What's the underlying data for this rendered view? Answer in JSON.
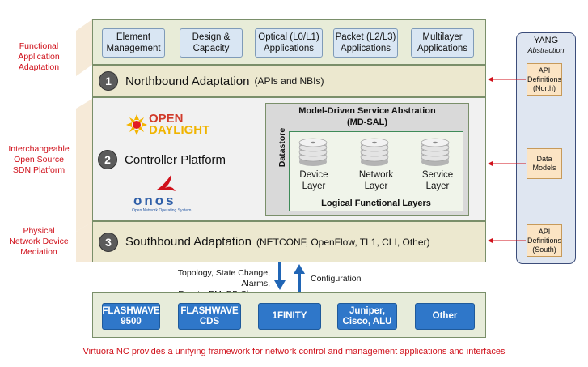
{
  "side_labels": {
    "functional": "Functional\nApplication\nAdaptation",
    "interchangeable": "Interchangeable\nOpen Source\nSDN Platform",
    "physical": "Physical\nNetwork Device\nMediation"
  },
  "apps": [
    "Element\nManagement",
    "Design &\nCapacity",
    "Optical (L0/L1)\nApplications",
    "Packet (L2/L3)\nApplications",
    "Multilayer\nApplications"
  ],
  "layers": {
    "northbound": {
      "num": "1",
      "title": "Northbound Adaptation",
      "sub": "(APIs and NBIs)"
    },
    "controller": {
      "num": "2",
      "title": "Controller Platform"
    },
    "southbound": {
      "num": "3",
      "title": "Southbound Adaptation",
      "sub": "(NETCONF, OpenFlow, TL1, CLI, Other)"
    }
  },
  "logos": {
    "opendaylight_line1": "OPEN",
    "opendaylight_line2": "DAYLIGHT",
    "onos": "onos",
    "onos_sub": "Open Network Operating System"
  },
  "mdsal": {
    "title": "Model-Driven Service Abstration\n(MD-SAL)",
    "datastore": "Datastore",
    "layers": [
      "Device\nLayer",
      "Network\nLayer",
      "Service\nLayer"
    ],
    "lfl_title": "Logical Functional Layers"
  },
  "yang": {
    "title": "YANG",
    "subtitle": "Abstraction",
    "notes": [
      "API\nDefinitions\n(North)",
      "Data\nModels",
      "API\nDefinitions\n(South)"
    ]
  },
  "flows": {
    "up_text": "Topology, State Change, Alarms,\nEvents, PM, DB Change",
    "down_text": "Configuration"
  },
  "devices": [
    "FLASHWAVE\n9500",
    "FLASHWAVE\nCDS",
    "1FINITY",
    "Juniper,\nCisco, ALU",
    "Other"
  ],
  "caption": "Virtuora NC provides a unifying framework for network control and management applications and interfaces",
  "colors": {
    "accent_red": "#d0111b",
    "device_blue": "#2f77c9",
    "app_blue": "#d9e6f3",
    "yang_bg": "#dfe6f1"
  }
}
